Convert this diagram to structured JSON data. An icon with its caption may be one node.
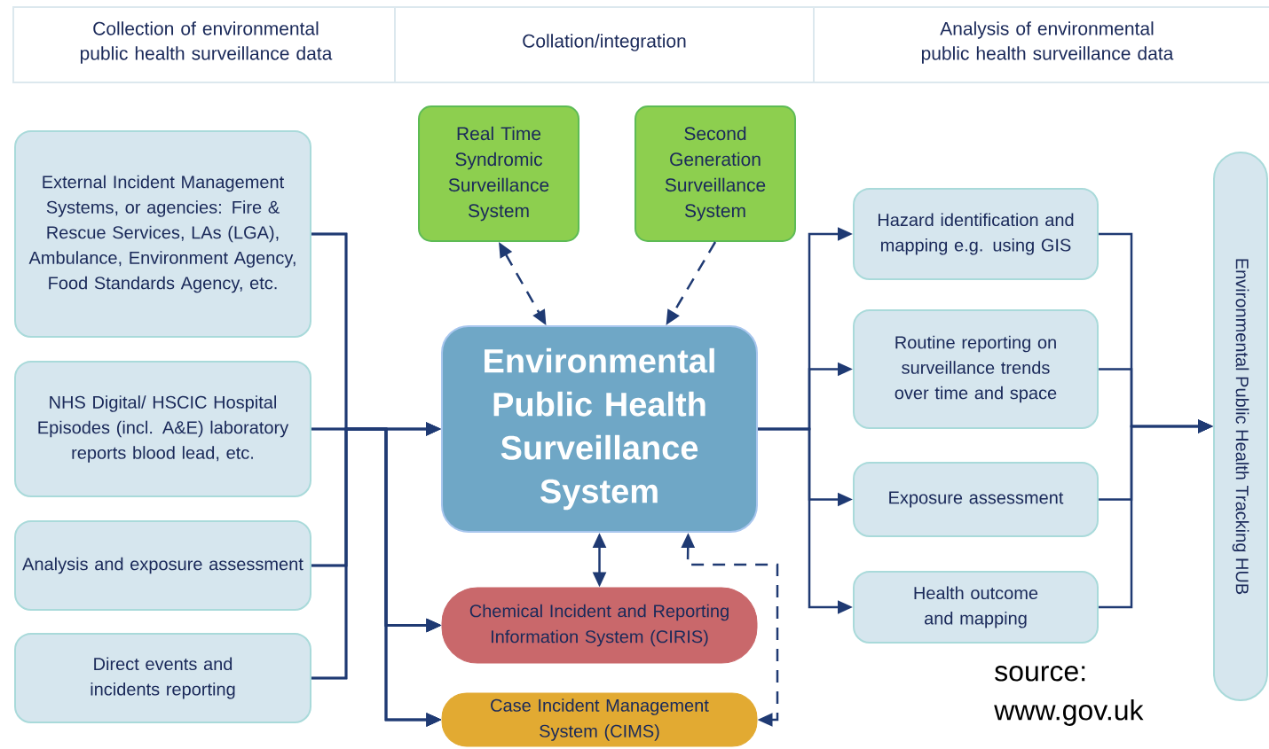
{
  "diagram": {
    "nodes": [
      {
        "text": [
          "External Incident Management Systems, or agencies: Fire & Rescue Services, LAs (LGA), Ambulance, Environment Agency, Food Standards Agency, etc."
        ]
      },
      {
        "text": [
          "NHS Digital/ HSCIC Hospital Episodes (incl. A&E) laboratory reports blood lead, etc."
        ]
      },
      {
        "text": [
          "Analysis and exposure assessment"
        ]
      },
      {
        "text": [
          "Direct events and incidents reporting"
        ]
      },
      {
        "text": [
          "Real Time Syndromic Surveillance System"
        ]
      },
      {
        "text": [
          "Second Generation Surveillance System"
        ]
      },
      {
        "text": [
          "Environmental Public Health Surveillance System"
        ]
      },
      {
        "text": [
          "Chemical Incident and Reporting Information System (CIRIS)"
        ]
      },
      {
        "text": [
          "Case Incident Management System (CIMS)"
        ]
      },
      {
        "text": [
          "Hazard identification and mapping e.g. using GIS"
        ]
      },
      {
        "text": [
          "Routine reporting on surveillance trends over time and space"
        ]
      },
      {
        "text": [
          "Exposure assessment"
        ]
      },
      {
        "text": [
          "Health outcome and mapping"
        ]
      },
      {
        "text": [
          "Environmental Public Health Tracking HUB"
        ]
      }
    ],
    "edges": [
      {
        "from": 0,
        "to": 6,
        "arrow": "to"
      },
      {
        "from": 1,
        "to": 6,
        "arrow": "to"
      },
      {
        "from": 2,
        "to": 6,
        "arrow": "to"
      },
      {
        "from": 3,
        "to": 6,
        "arrow": "to"
      },
      {
        "from": 0,
        "to": 7,
        "arrow": "to"
      },
      {
        "from": 1,
        "to": 7,
        "arrow": "to"
      },
      {
        "from": 2,
        "to": 7,
        "arrow": "to"
      },
      {
        "from": 3,
        "to": 7,
        "arrow": "to"
      },
      {
        "from": 0,
        "to": 8,
        "arrow": "to"
      },
      {
        "from": 1,
        "to": 8,
        "arrow": "to"
      },
      {
        "from": 2,
        "to": 8,
        "arrow": "to"
      },
      {
        "from": 3,
        "to": 8,
        "arrow": "to"
      },
      {
        "from": 4,
        "to": 6,
        "arrow": "both",
        "style": "dashed"
      },
      {
        "from": 5,
        "to": 6,
        "arrow": "to",
        "style": "dashed"
      },
      {
        "from": 6,
        "to": 7,
        "arrow": "both"
      },
      {
        "from": 8,
        "to": 6,
        "arrow": "both",
        "style": "dashed"
      },
      {
        "from": 6,
        "to": 9,
        "arrow": "to"
      },
      {
        "from": 6,
        "to": 10,
        "arrow": "to"
      },
      {
        "from": 6,
        "to": 11,
        "arrow": "to"
      },
      {
        "from": 6,
        "to": 12,
        "arrow": "to"
      },
      {
        "from": 9,
        "to": 13,
        "arrow": "to"
      },
      {
        "from": 10,
        "to": 13,
        "arrow": "to"
      },
      {
        "from": 11,
        "to": 13,
        "arrow": "to"
      },
      {
        "from": 12,
        "to": 13,
        "arrow": "to"
      }
    ],
    "labels": [
      "Collection of environmental public health surveillance data",
      "Collation/integration",
      "Analysis of environmental public health surveillance data",
      "source: www.gov.uk"
    ]
  }
}
